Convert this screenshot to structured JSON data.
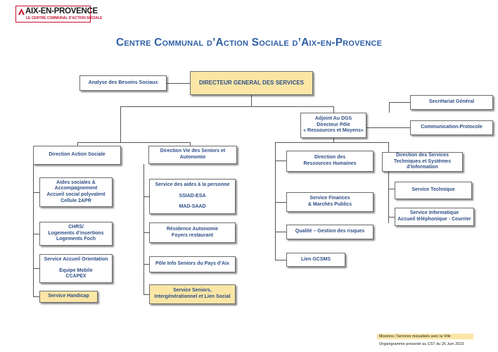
{
  "logo": {
    "name": "AIX-EN-PROVENCE",
    "subtitle": "LE CENTRE COMMUNAL D'ACTION SOCIALE"
  },
  "title": "Centre Communal d’Action Sociale d’Aix-en-Provence",
  "nodes": {
    "analyse": [
      "Analyse des Besoins Sociaux"
    ],
    "dgs": [
      "DIRECTEUR GENERAL DES SERVICES"
    ],
    "secretariat": [
      "Secrétariat Général"
    ],
    "adjoint": [
      "Adjoint Au DGS",
      "Directeur Pôle",
      "« Ressources et Moyens»"
    ],
    "communication": [
      "Communication-Protocole"
    ],
    "das": [
      "Direction Action Sociale"
    ],
    "dvsa": [
      "Direction Vie des Seniors et",
      "Autonomie"
    ],
    "drh": [
      "Direction des",
      "Ressources Humaines"
    ],
    "dsti": [
      "Direction des Services",
      "Techniques et Systèmes",
      "d’Information"
    ],
    "aides_sociales": [
      "Aides sociales &",
      "Accompagnement",
      "Accueil social polyvalent",
      "Cellule 2APR"
    ],
    "chrs": [
      "CHRS/",
      "Logements d’insertions",
      "Logements Foch"
    ],
    "accueil_orientation": [
      "Service Accueil Orientation",
      "",
      "Equipe Mobile",
      "CCAPEX"
    ],
    "handicap": [
      "Service Handicap"
    ],
    "aides_personne": [
      "Service des aides à la personne",
      "",
      "SSIAD-ESA",
      "",
      "MAD-SAAD"
    ],
    "residence": [
      "Résidence Autonomie",
      "Foyers restaurant"
    ],
    "pole_info": [
      "Pôle Info Seniors du Pays d’Aix"
    ],
    "seniors_intergen": [
      "Service Seniors,",
      "Intergénérationnel et Lien Social"
    ],
    "finances": [
      "Service Finances",
      "& Marchés Publics"
    ],
    "qualite": [
      "Qualité – Gestion des risques"
    ],
    "gcsms": [
      "Lien GCSMS"
    ],
    "technique": [
      "Service Technique"
    ],
    "informatique": [
      "Service Informatique",
      "Accueil téléphonique - Courrier"
    ]
  },
  "legend": "Missions / Services mutualisés avec la Ville",
  "footer": "Organigramme présenté au CST du 26 Juin 2023",
  "colors": {
    "node_text": "#2e4f86",
    "title": "#2f5fa8",
    "highlight": "#fbe6a6",
    "logo_red": "#c8102e"
  }
}
